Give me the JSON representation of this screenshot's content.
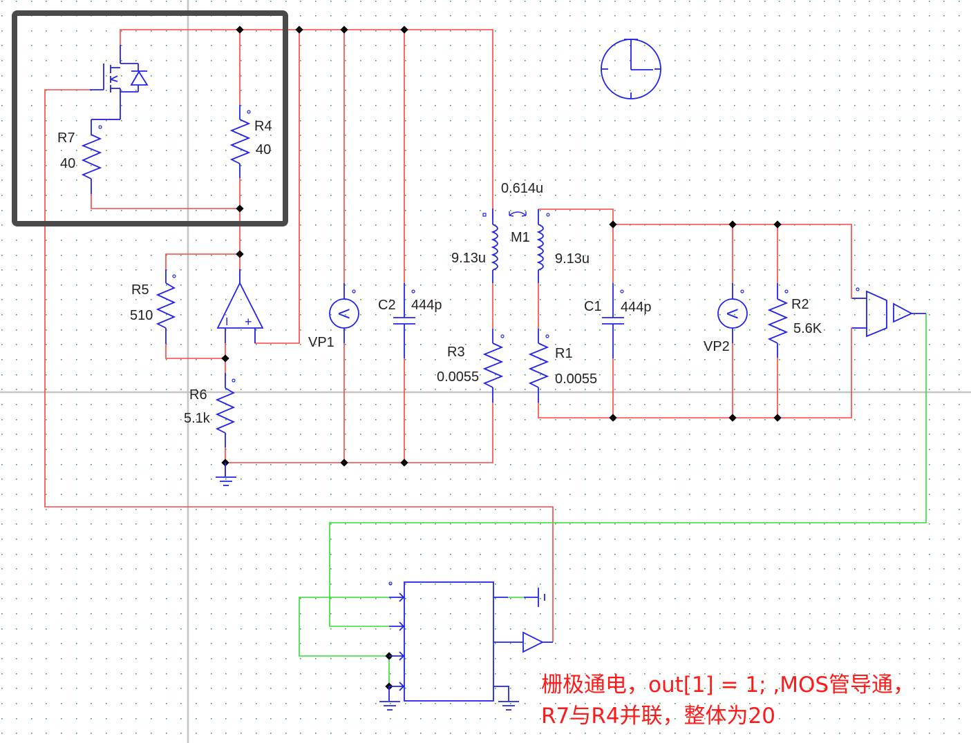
{
  "app": "circuit-simulator-schematic",
  "colors": {
    "wire": "#ff4040",
    "control_wire": "#33dd33",
    "component": "#2222ee",
    "node": "#000000",
    "grid_dot": "#2fa82f",
    "annotation": "#ff1a1a",
    "highlight_box": "#4a4a4a"
  },
  "components": {
    "mosfet": {
      "type": "nmos-with-body-diode"
    },
    "R7": {
      "name": "R7",
      "value": "40"
    },
    "R4": {
      "name": "R4",
      "value": "40"
    },
    "R5": {
      "name": "R5",
      "value": "510"
    },
    "R6": {
      "name": "R6",
      "value": "5.1k"
    },
    "opamp": {
      "minus": "I",
      "plus": "+"
    },
    "VP1": {
      "name": "VP1",
      "symbol": "V"
    },
    "C2": {
      "name": "C2",
      "value": "444p"
    },
    "M1": {
      "name": "M1",
      "mutual": "0.614u",
      "L_primary": "9.13u",
      "L_secondary": "9.13u"
    },
    "R3": {
      "name": "R3",
      "value": "0.0055"
    },
    "R1": {
      "name": "R1",
      "value": "0.0055"
    },
    "C1": {
      "name": "C1",
      "value": "444p"
    },
    "VP2": {
      "name": "VP2",
      "symbol": "V"
    },
    "R2": {
      "name": "R2",
      "value": "5.6K"
    }
  },
  "annotation": {
    "line1": "栅极通电，out[1] = 1; ,MOS管导通，",
    "line2": "R7与R4并联，整体为20"
  }
}
